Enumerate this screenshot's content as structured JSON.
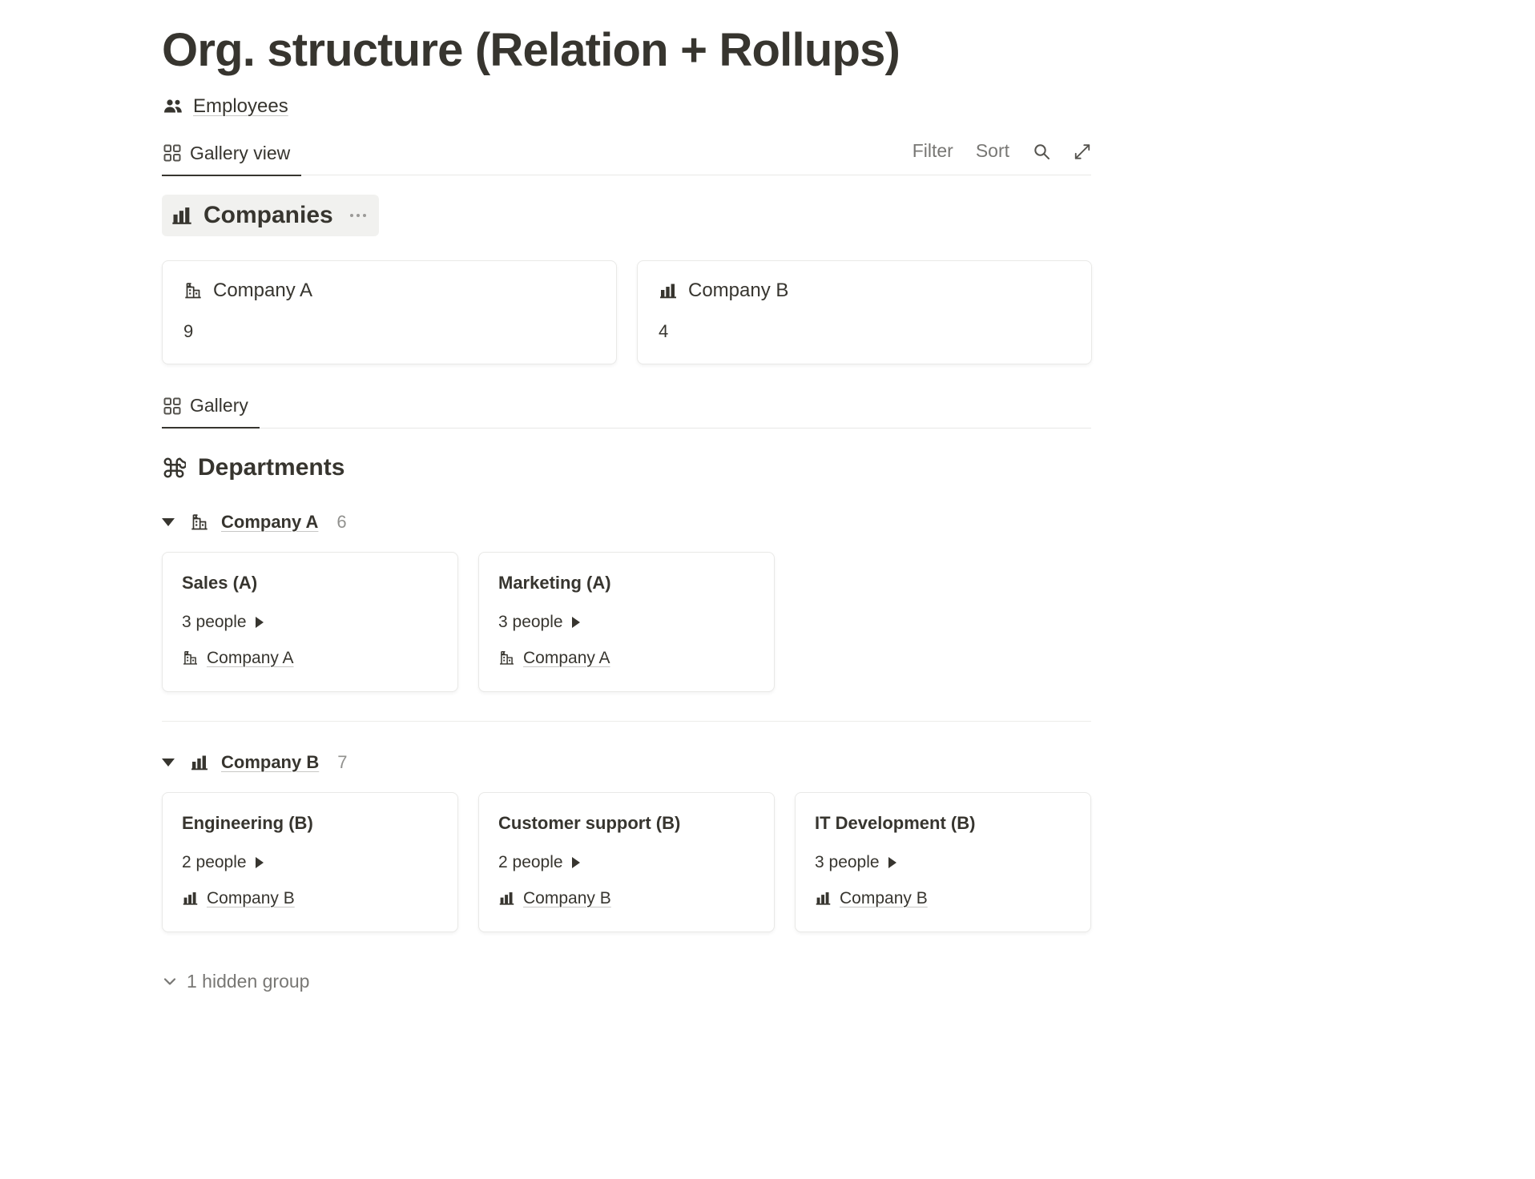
{
  "page": {
    "title": "Org. structure (Relation + Rollups)"
  },
  "employees": {
    "label": "Employees"
  },
  "toolbar": {
    "tab": "Gallery view",
    "filter": "Filter",
    "sort": "Sort"
  },
  "companies": {
    "title": "Companies",
    "cards": [
      {
        "name": "Company A",
        "count": "9"
      },
      {
        "name": "Company B",
        "count": "4"
      }
    ]
  },
  "gallery_tab": {
    "label": "Gallery"
  },
  "departments": {
    "title": "Departments",
    "groups": [
      {
        "name": "Company A",
        "count": "6",
        "cards": [
          {
            "title": "Sales (A)",
            "people": "3 people",
            "company": "Company A"
          },
          {
            "title": "Marketing (A)",
            "people": "3 people",
            "company": "Company A"
          }
        ]
      },
      {
        "name": "Company B",
        "count": "7",
        "cards": [
          {
            "title": "Engineering (B)",
            "people": "2 people",
            "company": "Company B"
          },
          {
            "title": "Customer support (B)",
            "people": "2 people",
            "company": "Company B"
          },
          {
            "title": "IT Development (B)",
            "people": "3 people",
            "company": "Company B"
          }
        ]
      }
    ]
  },
  "footer": {
    "hidden_group": "1 hidden group"
  },
  "icons": {
    "employees": "people-icon",
    "gallery_tabs": "grid-icon",
    "search": "search-icon",
    "expand": "expand-icon",
    "companies_section": "factory-icon",
    "company_a": "building-flag-icon",
    "company_b": "factory-icon",
    "departments_section": "command-icon",
    "menu": "ellipsis-icon",
    "group_toggle": "triangle-down-icon",
    "relation_expand": "triangle-right-icon",
    "hidden_group": "chevron-down-icon"
  },
  "colors": {
    "text": "#37352f",
    "secondary": "#787774",
    "border": "#e9e9e7",
    "pill_background": "#f1f1ef"
  }
}
